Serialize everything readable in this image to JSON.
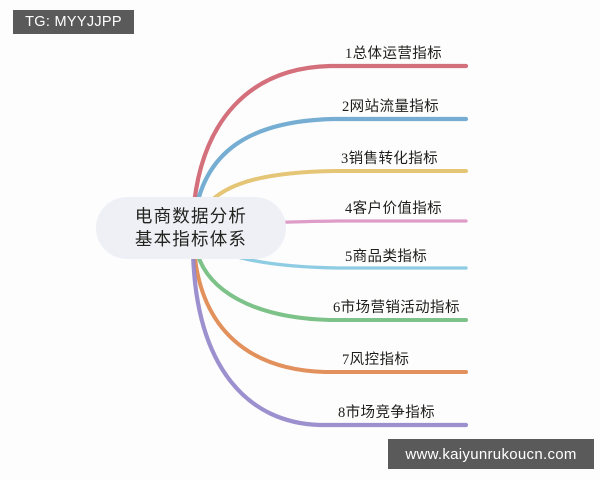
{
  "watermarks": {
    "top_left": "TG: MYYJJPP",
    "bottom_right": "www.kaiyunrukoucn.com"
  },
  "central_node": {
    "line1": "电商数据分析",
    "line2": "基本指标体系",
    "fill_color": "#eef0f6"
  },
  "branches": [
    {
      "index": "1",
      "label": "1总体运营指标",
      "color": "#d06470"
    },
    {
      "index": "2",
      "label": "2网站流量指标",
      "color": "#6aa7cf"
    },
    {
      "index": "3",
      "label": "3销售转化指标",
      "color": "#e3c06a"
    },
    {
      "index": "4",
      "label": "4客户价值指标",
      "color": "#d98fc0"
    },
    {
      "index": "5",
      "label": "5商品类指标",
      "color": "#7ec5e0"
    },
    {
      "index": "6",
      "label": "6市场营销活动指标",
      "color": "#72bd7e"
    },
    {
      "index": "7",
      "label": "7风控指标",
      "color": "#e0884f"
    },
    {
      "index": "8",
      "label": "8市场竞争指标",
      "color": "#9487ca"
    }
  ],
  "diagram": {
    "type": "mindmap",
    "root": "电商数据分析基本指标体系",
    "branch_count": 8,
    "background_color": "#fdfdfd"
  }
}
